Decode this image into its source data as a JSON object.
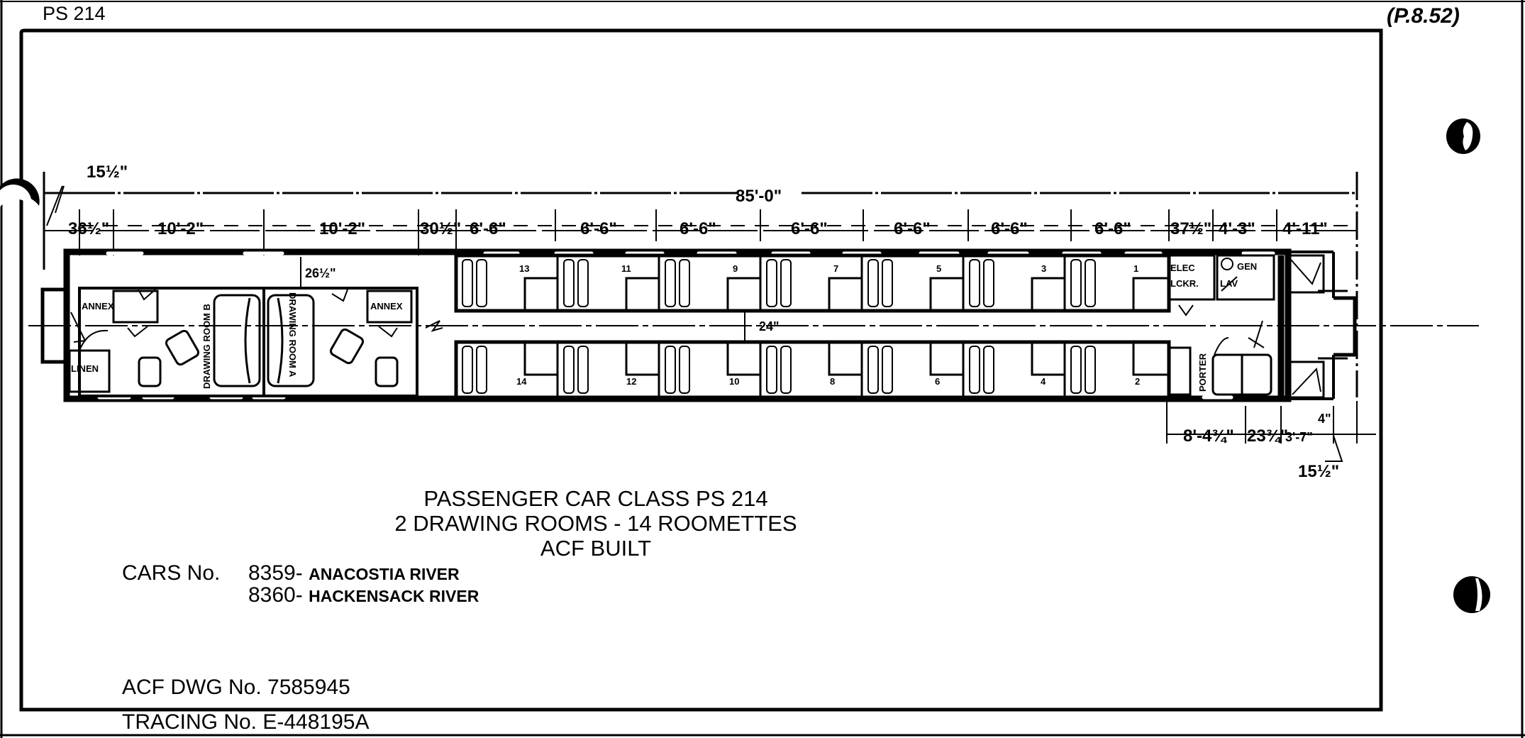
{
  "sheet": {
    "class_tag": "PS 214",
    "handwritten_note": "(P.8.52)"
  },
  "dimensions": {
    "overall_length": "85'-0\"",
    "end_overhang_left": "15½\"",
    "end_overhang_right": "15½\"",
    "top_segments": [
      "36½\"",
      "10'-2\"",
      "10'-2\"",
      "30½\"",
      "6'-6\"",
      "6'-6\"",
      "6'-6\"",
      "6'-6\"",
      "6'-6\"",
      "6'-6\"",
      "6'-6\"",
      "37½\"",
      "4'-3\"",
      "4'-11\""
    ],
    "bottom_segments": [
      "8'-4¾\"",
      "23¾\"",
      "3'-7\"",
      "4\""
    ],
    "side_corridor_width": "26½\"",
    "center_corridor_width": "24\""
  },
  "rooms": {
    "linen": "LINEN",
    "annex_b": "ANNEX",
    "annex_a": "ANNEX",
    "drawing_room_b": "DRAWING ROOM B",
    "drawing_room_a": "DRAWING ROOM A",
    "roomettes_top": [
      "13",
      "11",
      "9",
      "7",
      "5",
      "3",
      "1"
    ],
    "roomettes_bottom": [
      "14",
      "12",
      "10",
      "8",
      "6",
      "4",
      "2"
    ],
    "elec_locker_1": "ELEC",
    "elec_locker_2": "LCKR.",
    "gen_lav_1": "GEN",
    "gen_lav_2": "LAV",
    "porter": "PORTER"
  },
  "title_block": {
    "line1": "PASSENGER CAR CLASS PS 214",
    "line2": "2 DRAWING ROOMS - 14 ROOMETTES",
    "line3": "ACF BUILT",
    "cars_label": "CARS No.",
    "cars": [
      {
        "number": "8359-",
        "name": "ANACOSTIA RIVER"
      },
      {
        "number": "8360-",
        "name": "HACKENSACK RIVER"
      }
    ],
    "drawing_number": "ACF DWG No. 7585945",
    "tracing_number": "TRACING No. E-448195A"
  }
}
